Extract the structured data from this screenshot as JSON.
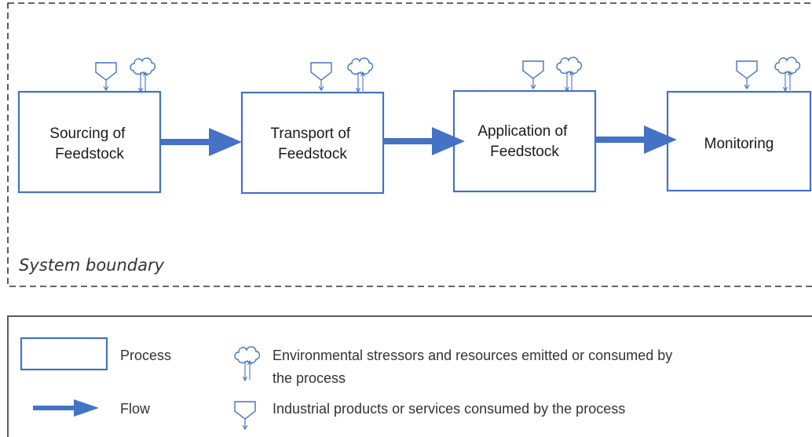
{
  "diagram": {
    "boundary_label": "System boundary",
    "processes": [
      {
        "id": "sourcing",
        "lines": [
          "Sourcing of",
          "Feedstock"
        ]
      },
      {
        "id": "transport",
        "lines": [
          "Transport of",
          "Feedstock"
        ]
      },
      {
        "id": "application",
        "lines": [
          "Application of",
          "Feedstock"
        ]
      },
      {
        "id": "monitoring",
        "lines": [
          "Monitoring"
        ]
      }
    ],
    "colors": {
      "accent": "#4472C4",
      "border": "#333333"
    }
  },
  "legend": {
    "process_label": "Process",
    "flow_label": "Flow",
    "env_label_lines": [
      "Environmental stressors and resources emitted or consumed by",
      "the process"
    ],
    "industrial_label": "Industrial products or services consumed by the process"
  }
}
